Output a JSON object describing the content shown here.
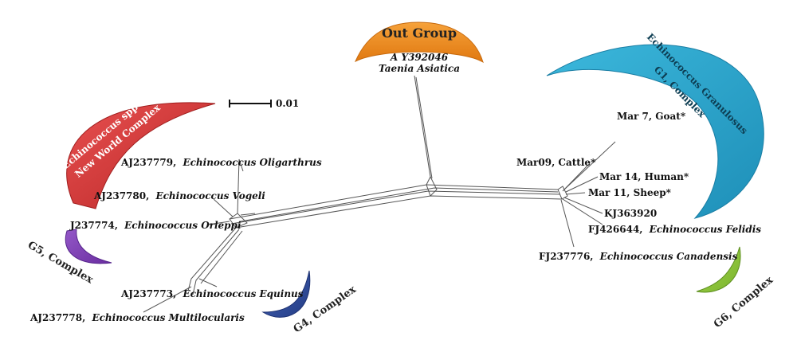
{
  "scale_bar": {
    "label": "0.01"
  },
  "colors": {
    "out_group": "#f08a1c",
    "new_world": "#d83a3a",
    "g1": "#2aa7cf",
    "g4": "#2f4c9a",
    "g5": "#7a3fb0",
    "g6": "#8cc43a",
    "branch": "#444444"
  },
  "clades": {
    "out_group": {
      "title": "Out Group",
      "taxon_id": "A Y392046",
      "taxon_name": "Taenia Asiatica"
    },
    "new_world": {
      "line1": "Echinococcus spp . in",
      "line2": "New World Complex"
    },
    "g1": {
      "line1": "Echinococcus Granulosus",
      "line2": "G1, Complex"
    },
    "g4": {
      "label": "G4, Complex"
    },
    "g5": {
      "label": "G5, Complex"
    },
    "g6": {
      "label": "G6, Complex"
    }
  },
  "taxa": {
    "oligarthrus": {
      "id": "AJ237779,",
      "name": "Echinococcus Oligarthrus"
    },
    "vogeli": {
      "id": "AJ237780,",
      "name": "Echinococcus Vogeli"
    },
    "orleppi": {
      "id": "J237774,",
      "name": "Echinococcus Orleppi"
    },
    "equinus": {
      "id": "AJ237773,",
      "name": "Echinococcus Equinus"
    },
    "multilocularis": {
      "id": "AJ237778,",
      "name": "Echinococcus Multilocularis"
    },
    "goat": {
      "label": "Mar 7, Goat*"
    },
    "cattle": {
      "label": "Mar09, Cattle*"
    },
    "human": {
      "label": "Mar 14, Human*"
    },
    "sheep": {
      "label": "Mar 11, Sheep*"
    },
    "kj": {
      "label": "KJ363920"
    },
    "felidis": {
      "id": "FJ426644,",
      "name": "Echinococcus Felidis"
    },
    "canadensis": {
      "id": "FJ237776,",
      "name": "Echinococcus Canadensis"
    }
  }
}
